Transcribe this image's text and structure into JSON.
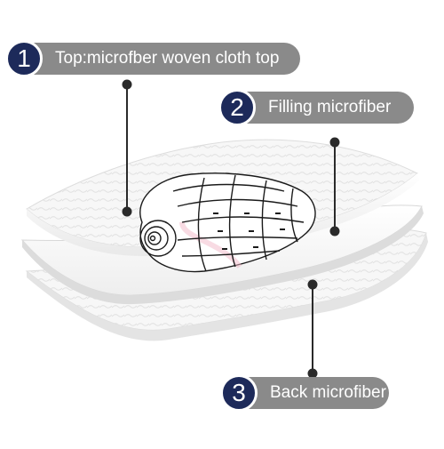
{
  "labels": [
    {
      "number": "1",
      "text": "Top:microfber woven cloth top"
    },
    {
      "number": "2",
      "text": "Filling microfiber"
    },
    {
      "number": "3",
      "text": "Back microfiber"
    }
  ],
  "colors": {
    "pill_bg": "#8a8a8a",
    "number_circle": "#1d2a5a",
    "pill_text": "#ffffff",
    "leader_line": "#2a2a2a"
  },
  "icons": [
    "seashell-illustration",
    "fabric-layer"
  ]
}
